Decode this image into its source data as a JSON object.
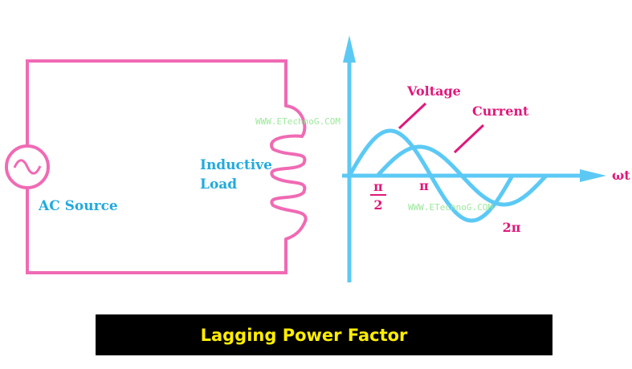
{
  "circuit": {
    "source_label": "AC Source",
    "load_label_line1": "Inductive",
    "load_label_line2": "Load"
  },
  "waveform": {
    "voltage_label": "Voltage",
    "current_label": "Current",
    "x_axis_label": "ωt",
    "tick_pi_over_2_num": "π",
    "tick_pi_over_2_den": "2",
    "tick_pi": "π",
    "tick_2pi": "2π"
  },
  "watermarks": {
    "top": "WWW.ETechnoG.COM",
    "bottom": "WWW.ETechnoG.COM"
  },
  "banner": {
    "title": "Lagging Power Factor"
  },
  "colors": {
    "circuit_wire": "#f06ab4",
    "waveform": "#5cc9f5",
    "label_blue": "#22aadd",
    "label_pink": "#e0187a",
    "banner_bg": "#000000",
    "banner_text": "#ffee00"
  }
}
